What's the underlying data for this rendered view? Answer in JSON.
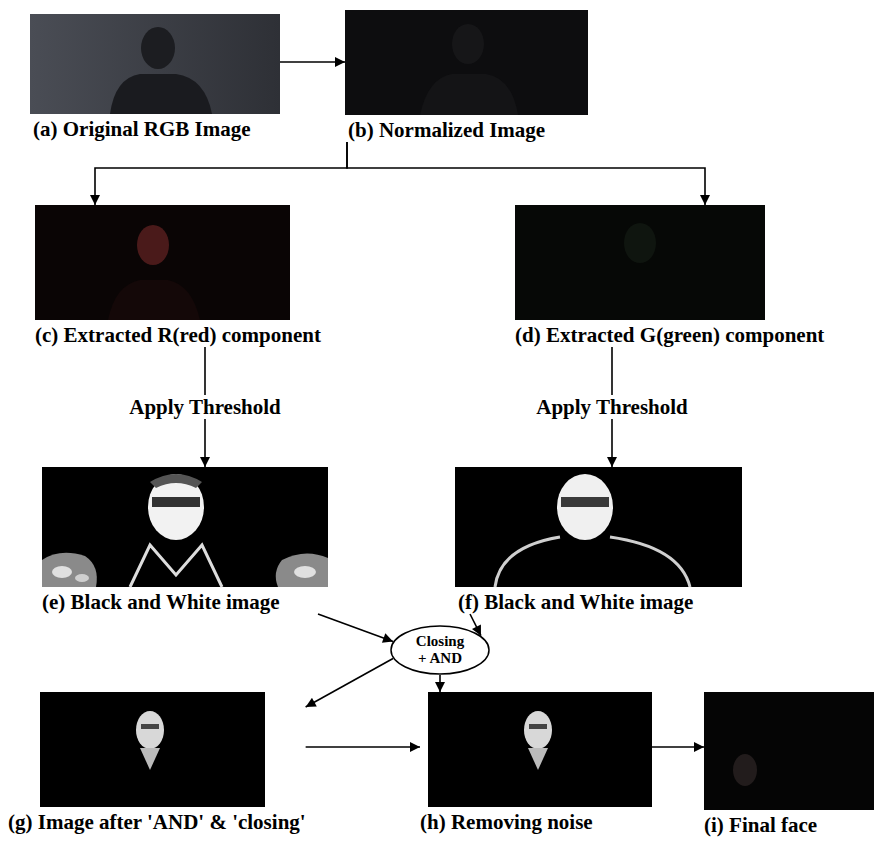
{
  "diagram": {
    "nodes": [
      {
        "text": [
          "(a) Original RGB Image"
        ]
      },
      {
        "text": [
          "(b) Normalized Image"
        ]
      },
      {
        "text": [
          "(c) Extracted R(red) component"
        ]
      },
      {
        "text": [
          "(d) Extracted G(green) component"
        ]
      },
      {
        "text": [
          "(e) Black and White image"
        ]
      },
      {
        "text": [
          "(f) Black and White image"
        ]
      },
      {
        "text": [
          "Closing + AND"
        ]
      },
      {
        "text": [
          "(g) Image after 'AND' & 'closing'"
        ]
      },
      {
        "text": [
          "(h) Removing noise"
        ]
      },
      {
        "text": [
          "(i) Final face"
        ]
      }
    ],
    "edges": [
      {
        "from": 0,
        "to": 1,
        "arrow": "to"
      },
      {
        "from": 1,
        "to": 2,
        "arrow": "to"
      },
      {
        "from": 1,
        "to": 3,
        "arrow": "to"
      },
      {
        "from": 2,
        "to": 4,
        "label": "Apply Threshold",
        "arrow": "to"
      },
      {
        "from": 3,
        "to": 5,
        "label": "Apply Threshold",
        "arrow": "to"
      },
      {
        "from": 4,
        "to": 6,
        "arrow": "to"
      },
      {
        "from": 5,
        "to": 6,
        "arrow": "to"
      },
      {
        "from": 6,
        "to": 7,
        "arrow": "to"
      },
      {
        "from": 6,
        "to": 8,
        "arrow": "to"
      },
      {
        "from": 7,
        "to": 8,
        "arrow": "to"
      },
      {
        "from": 8,
        "to": 9,
        "arrow": "to"
      }
    ]
  }
}
